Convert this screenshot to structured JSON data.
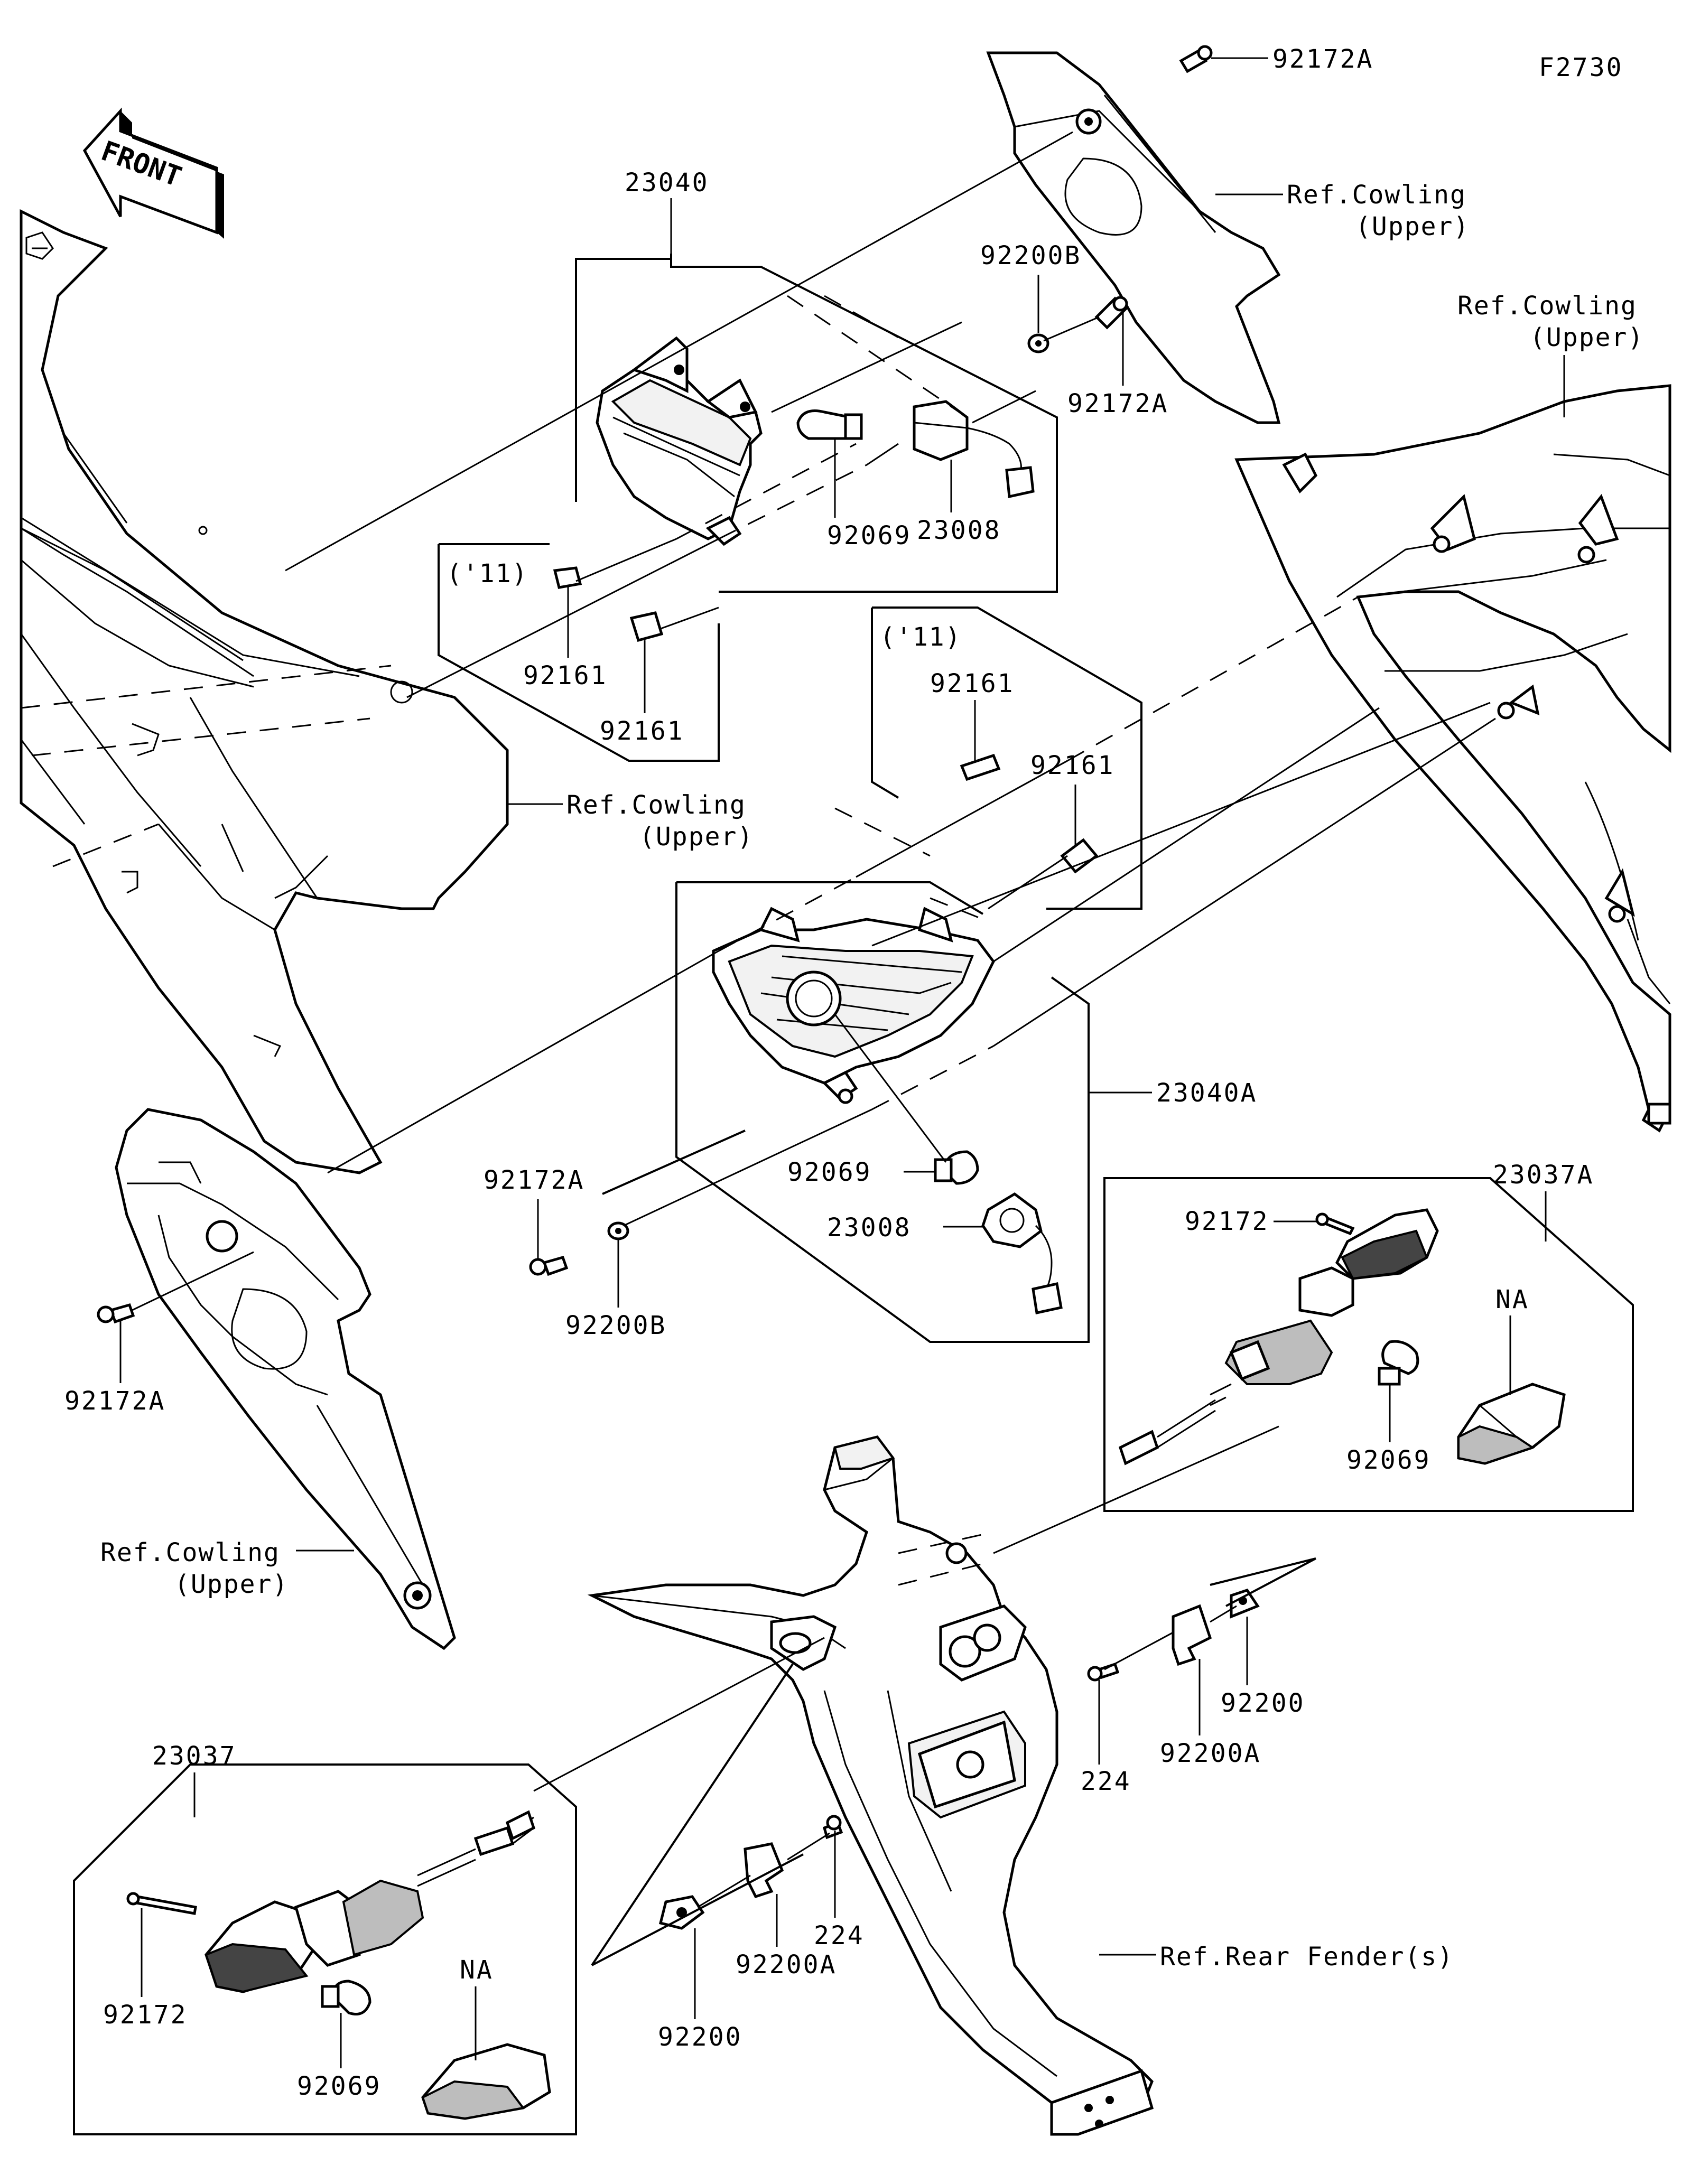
{
  "figure_code": "F2730",
  "front_label": "FRONT",
  "labels": {
    "p23040": "23040",
    "p23040A": "23040A",
    "p23037": "23037",
    "p23037A": "23037A",
    "p92200B_top": "92200B",
    "p92200B_bottom": "92200B",
    "p92172A_top": "92172A",
    "p92172A_top2": "92172A",
    "p92172A_mid": "92172A",
    "p92172A_left": "92172A",
    "p92069_top": "92069",
    "p92069_mid": "92069",
    "p92069_right": "92069",
    "p92069_left": "92069",
    "p23008_top": "23008",
    "p23008_mid": "23008",
    "p92161_a": "92161",
    "p92161_b": "92161",
    "p92161_c": "92161",
    "p92161_d": "92161",
    "year_11_a": "('11)",
    "year_11_b": "('11)",
    "p92172_right": "92172",
    "p92172_left": "92172",
    "na_right": "NA",
    "na_left": "NA",
    "p92200_right": "92200",
    "p92200_left": "92200",
    "p92200A_right": "92200A",
    "p92200A_left": "92200A",
    "p224_right": "224",
    "p224_left": "224"
  },
  "references": {
    "cowling_upper_1_line1": "Ref.Cowling",
    "cowling_upper_1_line2": "(Upper)",
    "cowling_upper_2_line1": "Ref.Cowling",
    "cowling_upper_2_line2": "(Upper)",
    "cowling_upper_3_line1": "Ref.Cowling",
    "cowling_upper_3_line2": "(Upper)",
    "cowling_upper_4_line1": "Ref.Cowling",
    "cowling_upper_4_line2": "(Upper)",
    "rear_fender": "Ref.Rear Fender(s)"
  }
}
